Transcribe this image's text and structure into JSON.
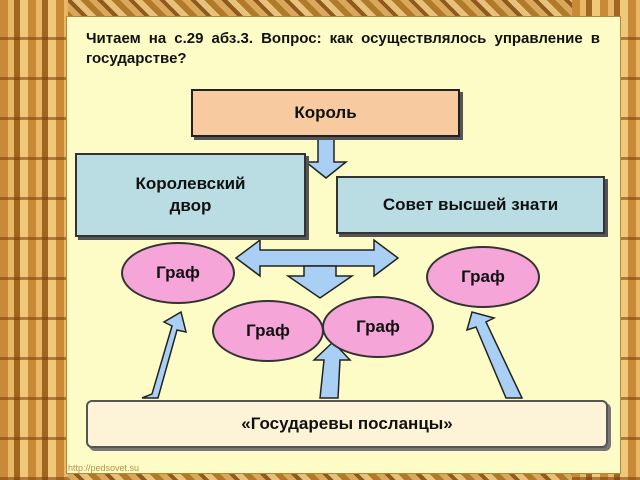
{
  "question": "Читаем на с.29 абз.3. Вопрос: как осуществлялось управление в государстве?",
  "nodes": {
    "king": "Король",
    "court": "Королевский двор",
    "council": "Совет высшей знати",
    "count_1": "Граф",
    "count_2": "Граф",
    "count_3": "Граф",
    "count_4": "Граф",
    "envoys": "«Государевы посланцы»"
  },
  "watermark": "http://pedsovet.su",
  "colors": {
    "king_fill": "#f7caa0",
    "court_fill": "#b9dde3",
    "count_fill": "#f5a5d8",
    "arrow_fill": "#a9cff5",
    "panel_fill": "#fdfcc6"
  }
}
